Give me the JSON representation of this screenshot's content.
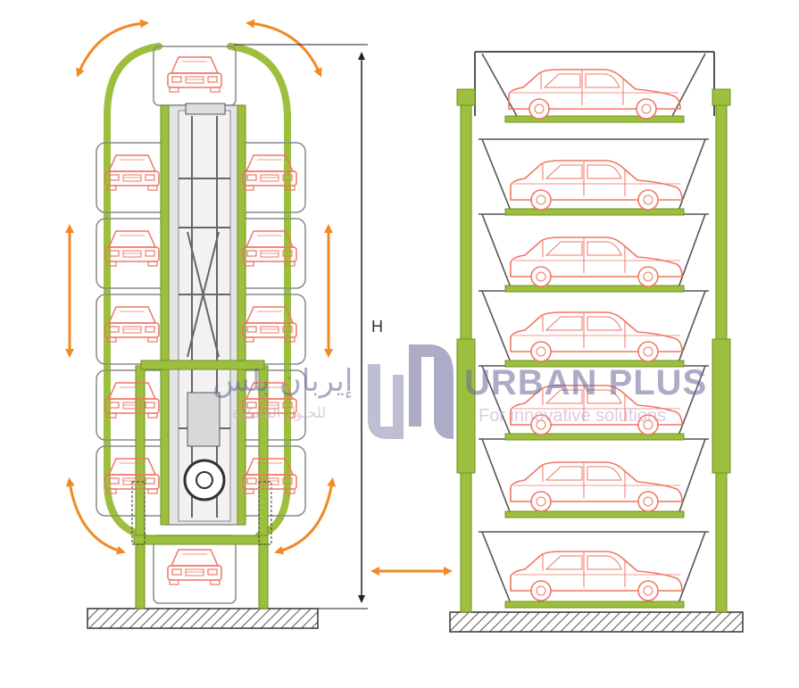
{
  "diagram": {
    "height_label": "H",
    "colors": {
      "frame_green": "#9cc03d",
      "frame_green_dark": "#6f8f21",
      "car_red": "#ef7664",
      "arrow_orange": "#f08a24",
      "steel_gray": "#8a8a8a",
      "ground_hatch": "#555555"
    },
    "icons": {
      "rotation_arrow": "curved-double-arrow-icon",
      "vertical_arrow": "vertical-double-arrow-icon",
      "horizontal_arrow": "horizontal-double-arrow-icon",
      "car": "car-front-icon"
    }
  },
  "watermark": {
    "brand_name": "URBAN PLUS",
    "tagline": "For innovative solutions",
    "arabic_name": "إيربان بلس",
    "arabic_tagline": "للحلول المبتكرة",
    "color": "#6a6a9a"
  }
}
